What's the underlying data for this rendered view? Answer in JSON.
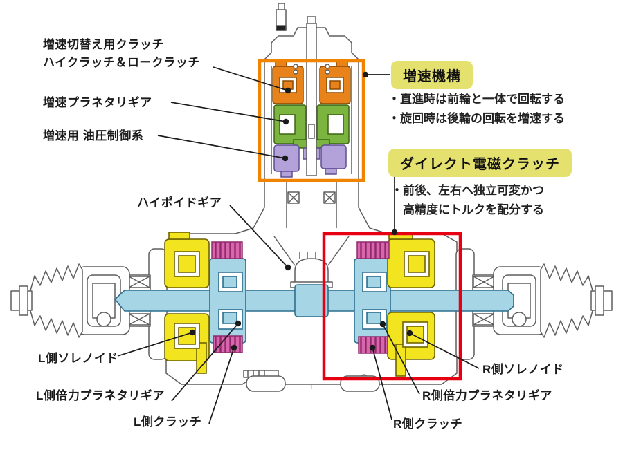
{
  "labels": {
    "shift_clutch": {
      "line1": "増速切替え用クラッチ",
      "line2": "ハイクラッチ＆ロークラッチ"
    },
    "planetary": "増速プラネタリギア",
    "hydraulic": "増速用 油圧制御系",
    "hypoid": "ハイポイドギア",
    "l_solenoid": "L側ソレノイド",
    "l_planetary": "L側倍力プラネタリギア",
    "l_clutch": "L側クラッチ",
    "r_solenoid": "R側ソレノイド",
    "r_planetary": "R側倍力プラネタリギア",
    "r_clutch": "R側クラッチ"
  },
  "callouts": {
    "speed_up": {
      "title": "増速機構",
      "bullet1": "・直進時は前輪と一体で回転する",
      "bullet2": "・旋回時は後輪の回転を増速する"
    },
    "direct_clutch": {
      "title": "ダイレクト電磁クラッチ",
      "bullet1": "・前後、左右へ独立可変かつ",
      "bullet2": "高精度にトルクを配分する"
    }
  },
  "colors": {
    "accent_orange_box": "#F08300",
    "accent_red_box": "#E60012",
    "callout_bg": "#E5E16E",
    "part_orange": "#E8831C",
    "part_green": "#7CB440",
    "part_purple": "#B2A2D9",
    "part_yellow": "#F2E41F",
    "part_cyan": "#A6D6E6",
    "part_cyan_dark": "#2E6E8E",
    "part_pink": "#D966AC",
    "part_pink_dark": "#8E2A6B",
    "leader_line": "#1A1A1A",
    "housing_line": "#5E5E5E"
  }
}
